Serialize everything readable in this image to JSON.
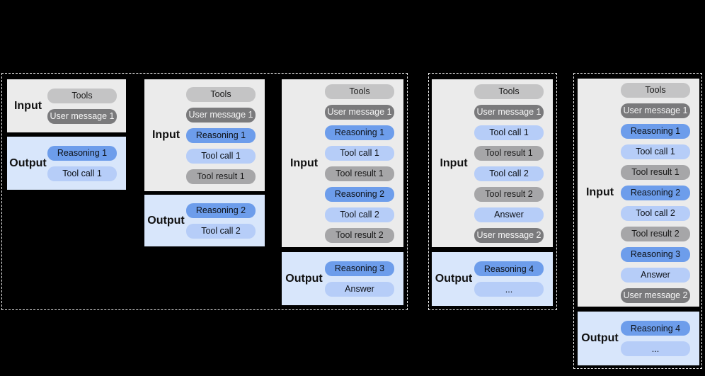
{
  "labels": {
    "input": "Input",
    "output": "Output"
  },
  "palette": {
    "background": "#000000",
    "dashed_border": "#ededed",
    "input_box_bg": "#ebebeb",
    "output_box_bg": "#d8e6fb",
    "tools_pill": "#c4c4c5",
    "user_message_pill": "#7a7a7c",
    "reasoning_pill": "#6d9deb",
    "tool_call_pill": "#b6cdf8",
    "tool_result_pill": "#a6a6a8"
  },
  "turns": [
    {
      "input": {
        "items": [
          "Tools",
          "User message 1"
        ]
      },
      "output": {
        "items": [
          "Reasoning 1",
          "Tool call 1"
        ]
      }
    },
    {
      "input": {
        "items": [
          "Tools",
          "User message 1",
          "Reasoning 1",
          "Tool call 1",
          "Tool result 1"
        ]
      },
      "output": {
        "items": [
          "Reasoning 2",
          "Tool call 2"
        ]
      }
    },
    {
      "input": {
        "items": [
          "Tools",
          "User message 1",
          "Reasoning 1",
          "Tool call 1",
          "Tool result 1",
          "Reasoning 2",
          "Tool call 2",
          "Tool result 2"
        ]
      },
      "output": {
        "items": [
          "Reasoning 3",
          "Answer"
        ]
      }
    },
    {
      "input": {
        "items": [
          "Tools",
          "User message 1",
          "Tool call 1",
          "Tool result 1",
          "Tool call 2",
          "Tool result 2",
          "Answer",
          "User message 2"
        ]
      },
      "output": {
        "items": [
          "Reasoning 4",
          "..."
        ]
      }
    },
    {
      "input": {
        "items": [
          "Tools",
          "User message 1",
          "Reasoning 1",
          "Tool call 1",
          "Tool result 1",
          "Reasoning 2",
          "Tool call 2",
          "Tool result 2",
          "Reasoning 3",
          "Answer",
          "User message 2"
        ]
      },
      "output": {
        "items": [
          "Reasoning 4",
          "..."
        ]
      }
    }
  ]
}
